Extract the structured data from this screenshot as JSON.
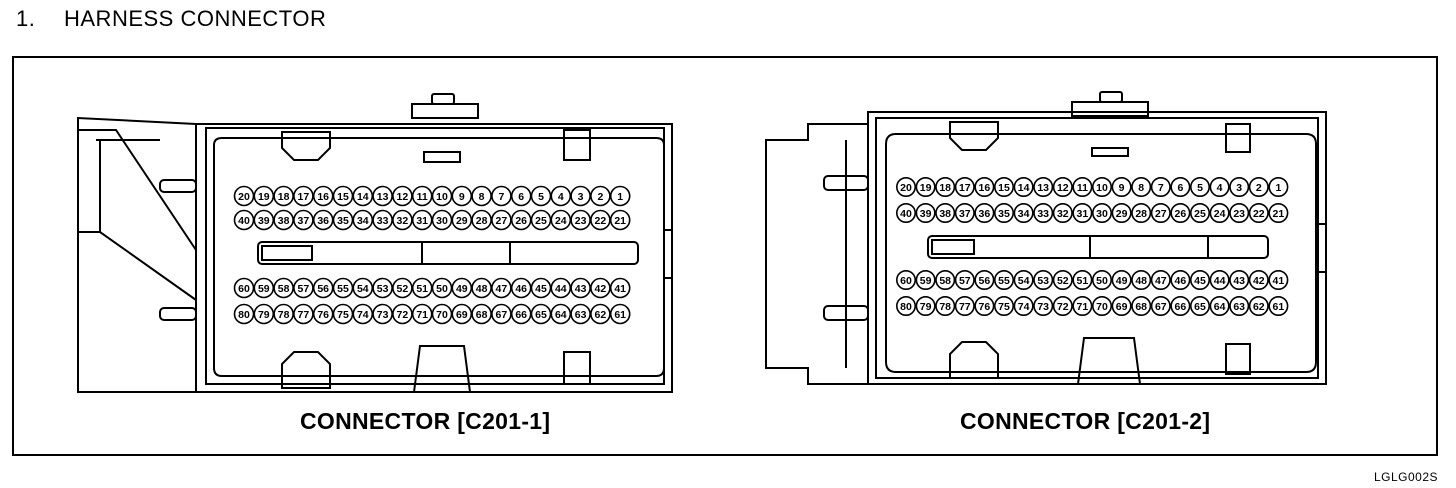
{
  "heading": {
    "number": "1.",
    "title": "HARNESS CONNECTOR"
  },
  "connectors": [
    {
      "caption": "CONNECTOR [C201-1]",
      "rows": [
        [
          20,
          19,
          18,
          17,
          16,
          15,
          14,
          13,
          12,
          11,
          10,
          9,
          8,
          7,
          6,
          5,
          4,
          3,
          2,
          1
        ],
        [
          40,
          39,
          38,
          37,
          36,
          35,
          34,
          33,
          32,
          31,
          30,
          29,
          28,
          27,
          26,
          25,
          24,
          23,
          22,
          21
        ],
        [
          60,
          59,
          58,
          57,
          56,
          55,
          54,
          53,
          52,
          51,
          50,
          49,
          48,
          47,
          46,
          45,
          44,
          43,
          42,
          41
        ],
        [
          80,
          79,
          78,
          77,
          76,
          75,
          74,
          73,
          72,
          71,
          70,
          69,
          68,
          67,
          66,
          65,
          64,
          63,
          62,
          61
        ]
      ]
    },
    {
      "caption": "CONNECTOR [C201-2]",
      "rows": [
        [
          20,
          19,
          18,
          17,
          16,
          15,
          14,
          13,
          12,
          11,
          10,
          9,
          8,
          7,
          6,
          5,
          4,
          3,
          2,
          1
        ],
        [
          40,
          39,
          38,
          37,
          36,
          35,
          34,
          33,
          32,
          31,
          30,
          29,
          28,
          27,
          26,
          25,
          24,
          23,
          22,
          21
        ],
        [
          60,
          59,
          58,
          57,
          56,
          55,
          54,
          53,
          52,
          51,
          50,
          49,
          48,
          47,
          46,
          45,
          44,
          43,
          42,
          41
        ],
        [
          80,
          79,
          78,
          77,
          76,
          75,
          74,
          73,
          72,
          71,
          70,
          69,
          68,
          67,
          66,
          65,
          64,
          63,
          62,
          61
        ]
      ]
    }
  ],
  "figure_code": "LGLG002S"
}
